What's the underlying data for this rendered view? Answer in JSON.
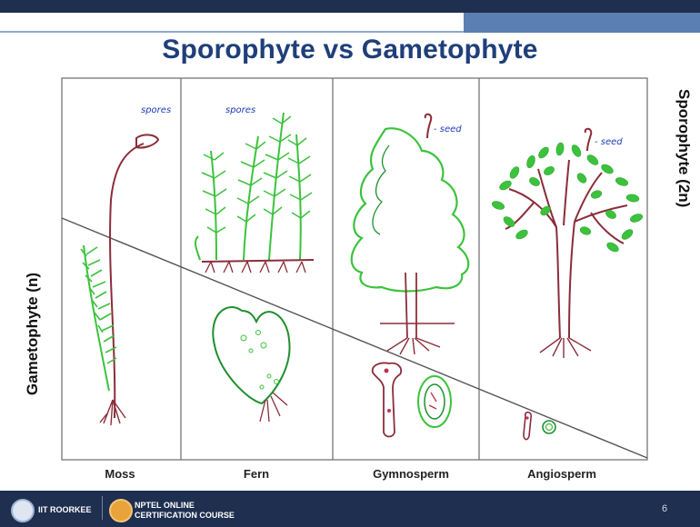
{
  "slide": {
    "title": "Sporophyte vs Gametophyte",
    "sporophyte_label": "Sporophyte (2n)",
    "gametophyte_label": "Gametophyte (n)",
    "page_number": "6"
  },
  "columns": [
    {
      "name": "Moss",
      "annotation": "spores"
    },
    {
      "name": "Fern",
      "annotation": "spores"
    },
    {
      "name": "Gymnosperm",
      "annotation": "- seed"
    },
    {
      "name": "Angiosperm",
      "annotation": "- seed"
    }
  ],
  "footer": {
    "institute": "IIT ROORKEE",
    "course_line1": "NPTEL ONLINE",
    "course_line2": "CERTIFICATION COURSE"
  },
  "colors": {
    "title": "#1f3f7a",
    "header_band": "#1e2f4f",
    "accent": "#5b7fb1",
    "leaf_green": "#3cc23c",
    "stem_brown": "#8a2d3a",
    "annotation_blue": "#1c3bb5"
  },
  "icons": [
    "iit-roorkee-logo",
    "nptel-logo"
  ]
}
